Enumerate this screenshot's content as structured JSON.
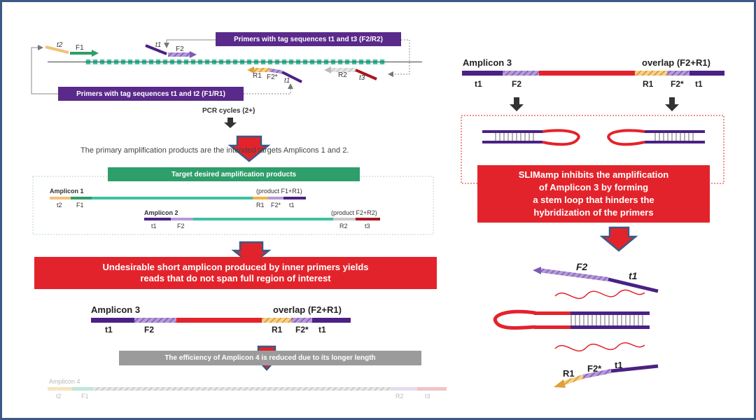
{
  "colors": {
    "purple": "#4b2185",
    "orange": "#f0b34a",
    "green": "#2e9e6b",
    "teal": "#3cc1a0",
    "red": "#e3232b",
    "darkred": "#a8171e",
    "gray": "#9b9b9b",
    "tagbox": "#5a2a8a"
  },
  "left": {
    "box_tags_23": "Primers with tag sequences t1 and t3 (F2/R2)",
    "box_tags_12": "Primers with tag sequences t1 and t2 (F1/R1)",
    "primer_t2": "t2",
    "primer_F1": "F1",
    "primer_t1": "t1",
    "primer_F2": "F2",
    "primer_R1": "R1",
    "primer_F2s": "F2*",
    "primer_t1b": "t1",
    "primer_R2": "R2",
    "primer_t3": "t3",
    "pcr": "PCR cycles (2+)",
    "primary_text": "The primary amplification products are the intended targets Amplicons 1 and 2.",
    "target_box": "Target desired amplification products",
    "amp1": {
      "name": "Amplicon 1",
      "product": "(product F1+R1)",
      "labels": [
        "t2",
        "F1",
        "R1",
        "F2*",
        "t1"
      ]
    },
    "amp2": {
      "name": "Amplicon 2",
      "product": "(product F2+R2)",
      "labels": [
        "t1",
        "F2",
        "R2",
        "t3"
      ]
    },
    "undesirable_line1": "Undesirable short amplicon produced by inner primers yields",
    "undesirable_line2": "reads that do not span full region of interest",
    "amp3": {
      "name": "Amplicon 3",
      "overlap": "overlap (F2+R1)",
      "labels": [
        "t1",
        "F2",
        "R1",
        "F2*",
        "t1"
      ]
    },
    "efficiency": "The efficiency of Amplicon 4 is reduced due to its longer length",
    "amp4": {
      "name": "Amplicon 4",
      "labels": [
        "t2",
        "F1",
        "R2",
        "t3"
      ]
    }
  },
  "right": {
    "amp3": {
      "name": "Amplicon 3",
      "overlap": "overlap (F2+R1)",
      "labels": [
        "t1",
        "F2",
        "R1",
        "F2*",
        "t1"
      ]
    },
    "slim_line1": "SLIMamp inhibits the amplification",
    "slim_line2": "of Amplicon 3 by forming",
    "slim_line3": "a stem loop that hinders the",
    "slim_line4": "hybridization of the primers",
    "primer_top": {
      "F2": "F2",
      "t1": "t1"
    },
    "primer_bottom": {
      "R1": "R1",
      "F2s": "F2*",
      "t1": "t1"
    }
  }
}
